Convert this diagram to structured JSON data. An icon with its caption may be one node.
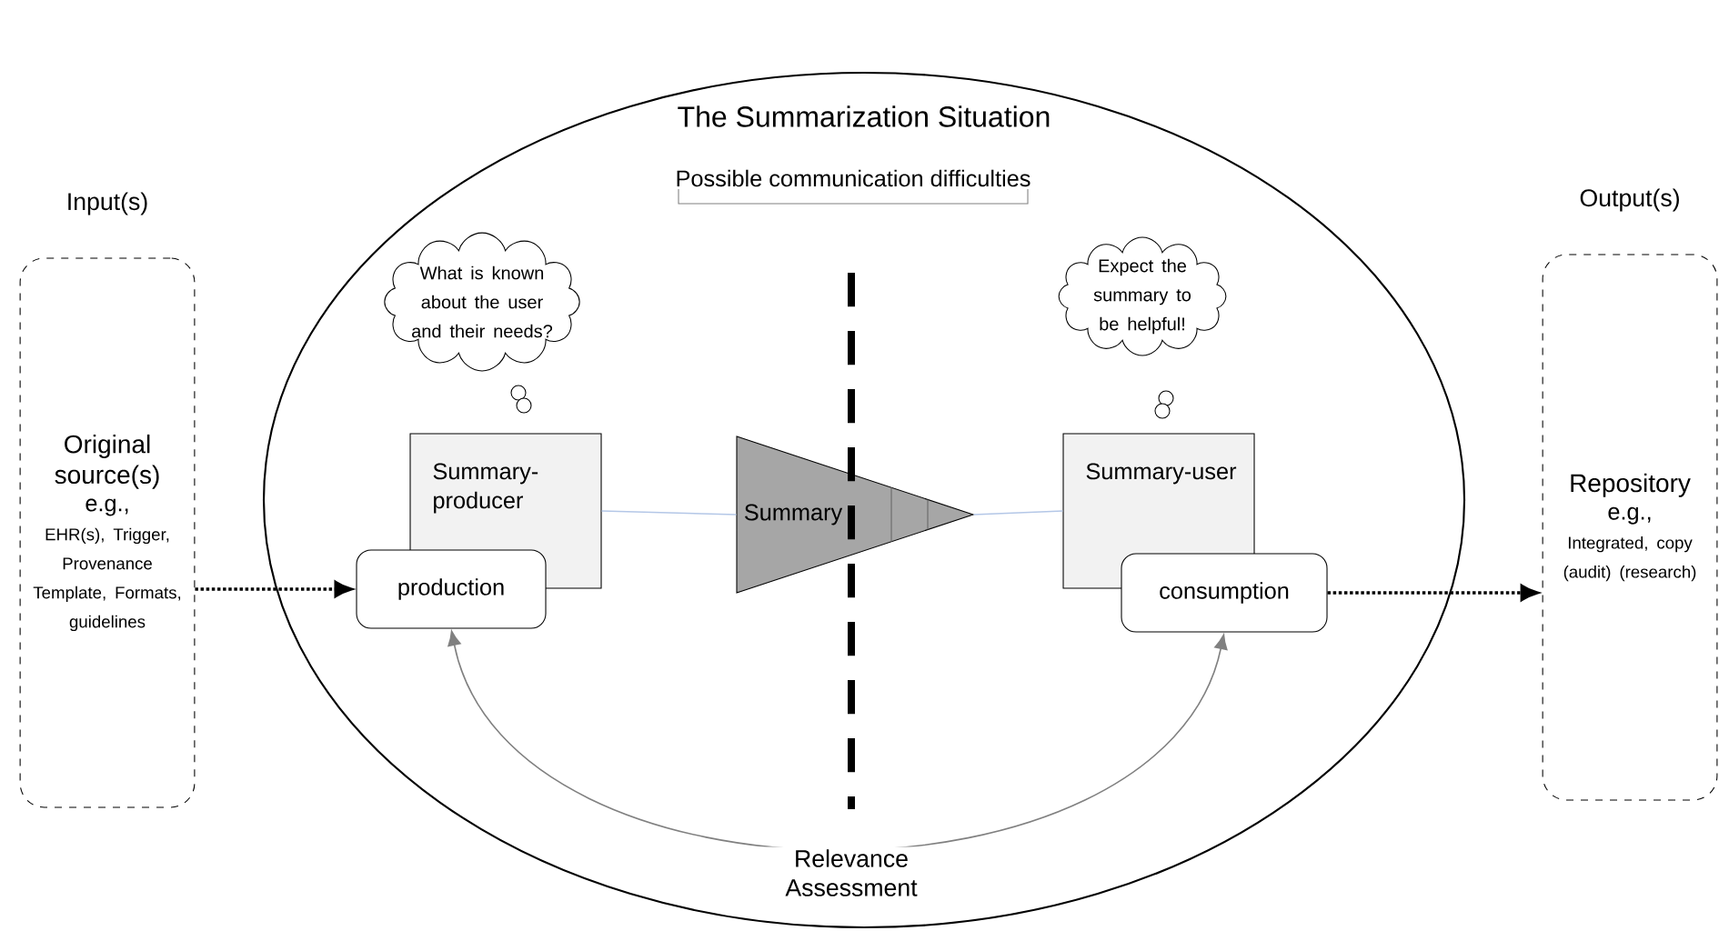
{
  "diagram": {
    "nodes": [
      {
        "text": [
          "The Summarization Situation"
        ]
      },
      {
        "text": [
          "Original source(s)",
          "e.g.,",
          "EHR(s), Trigger, Provenance Template, Formats, guidelines"
        ],
        "beside": [
          "Input(s)"
        ]
      },
      {
        "text": [
          "What is known about the user and their needs?"
        ],
        "in": 0
      },
      {
        "text": [
          "Summary-producer"
        ],
        "in": 0
      },
      {
        "text": [
          "production"
        ],
        "in": 0
      },
      {
        "text": [
          "Summary"
        ],
        "in": 0
      },
      {
        "text": [
          "Expect the summary to be helpful!"
        ],
        "in": 0
      },
      {
        "text": [
          "Summary-user"
        ],
        "in": 0
      },
      {
        "text": [
          "consumption"
        ],
        "in": 0
      },
      {
        "text": [
          "Repository",
          "e.g.,",
          "Integrated, copy (audit) (research)"
        ],
        "beside": [
          "Output(s)"
        ]
      }
    ],
    "edges": [
      {
        "from": 1,
        "to": 4,
        "arrow": "to",
        "style": "dashed"
      },
      {
        "from": 3,
        "to": 5,
        "arrow": "none",
        "color": "#b4c7e7"
      },
      {
        "from": 5,
        "to": 7,
        "arrow": "none",
        "color": "#b4c7e7"
      },
      {
        "from": 8,
        "to": 9,
        "arrow": "to",
        "style": "dashed"
      },
      {
        "from": 8,
        "to": 4,
        "arrow": "both",
        "label": "Relevance Assessment",
        "color": "#808080"
      }
    ],
    "labels": [
      "Possible communication difficulties"
    ]
  }
}
